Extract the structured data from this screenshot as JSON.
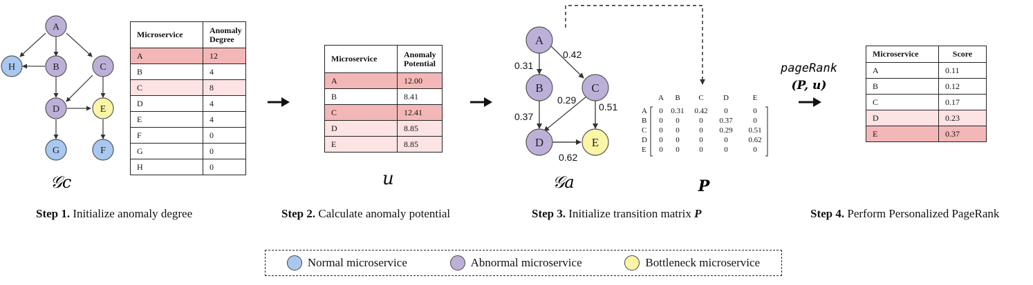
{
  "colors": {
    "normal": "#a9c8f0",
    "abnormal": "#bdb0d8",
    "bottleneck": "#fbf5a6",
    "row_strong": "#f4b7b7",
    "row_light": "#fde3e3"
  },
  "graph_c": {
    "label": "𝒢c",
    "nodes": [
      "A",
      "H",
      "B",
      "C",
      "D",
      "E",
      "G",
      "F"
    ]
  },
  "table1": {
    "headers": [
      "Microservice",
      "Anomaly Degree"
    ],
    "rows": [
      [
        "A",
        "12"
      ],
      [
        "B",
        "4"
      ],
      [
        "C",
        "8"
      ],
      [
        "D",
        "4"
      ],
      [
        "E",
        "4"
      ],
      [
        "F",
        "0"
      ],
      [
        "G",
        "0"
      ],
      [
        "H",
        "0"
      ]
    ]
  },
  "table2": {
    "headers": [
      "Microservice",
      "Anomaly Potential"
    ],
    "label": "u",
    "rows": [
      [
        "A",
        "12.00"
      ],
      [
        "B",
        "8.41"
      ],
      [
        "C",
        "12.41"
      ],
      [
        "D",
        "8.85"
      ],
      [
        "E",
        "8.85"
      ]
    ]
  },
  "graph_a": {
    "label": "𝒢a",
    "nodes": [
      "A",
      "B",
      "C",
      "D",
      "E"
    ],
    "edge_labels": [
      "0.42",
      "0.31",
      "0.29",
      "0.51",
      "0.37",
      "0.62"
    ]
  },
  "matrix": {
    "label": "P",
    "col_headers": [
      "A",
      "B",
      "C",
      "D",
      "E"
    ],
    "row_headers": [
      "A",
      "B",
      "C",
      "D",
      "E"
    ],
    "rows": [
      [
        "0",
        "0.31",
        "0.42",
        "0",
        "0"
      ],
      [
        "0",
        "0",
        "0",
        "0.37",
        "0"
      ],
      [
        "0",
        "0",
        "0",
        "0.29",
        "0.51"
      ],
      [
        "0",
        "0",
        "0",
        "0",
        "0.62"
      ],
      [
        "0",
        "0",
        "0",
        "0",
        "0"
      ]
    ]
  },
  "pagerank": {
    "line1": "pageRank",
    "line2": "(P, u)"
  },
  "table3": {
    "headers": [
      "Microservice",
      "Score"
    ],
    "rows": [
      [
        "A",
        "0.11"
      ],
      [
        "B",
        "0.12"
      ],
      [
        "C",
        "0.17"
      ],
      [
        "D",
        "0.23"
      ],
      [
        "E",
        "0.37"
      ]
    ]
  },
  "steps": [
    {
      "bold": "Step 1.",
      "text": " Initialize anomaly degree"
    },
    {
      "bold": "Step 2.",
      "text": " Calculate anomaly potential"
    },
    {
      "bold": "Step 3.",
      "text": " Initialize transition matrix ",
      "tail": "P"
    },
    {
      "bold": "Step 4.",
      "text": " Perform Personalized PageRank"
    }
  ],
  "legend": [
    {
      "label": "Normal microservice",
      "color": "#a9c8f0"
    },
    {
      "label": "Abnormal microservice",
      "color": "#bdb0d8"
    },
    {
      "label": "Bottleneck microservice",
      "color": "#fbf5a6"
    }
  ]
}
